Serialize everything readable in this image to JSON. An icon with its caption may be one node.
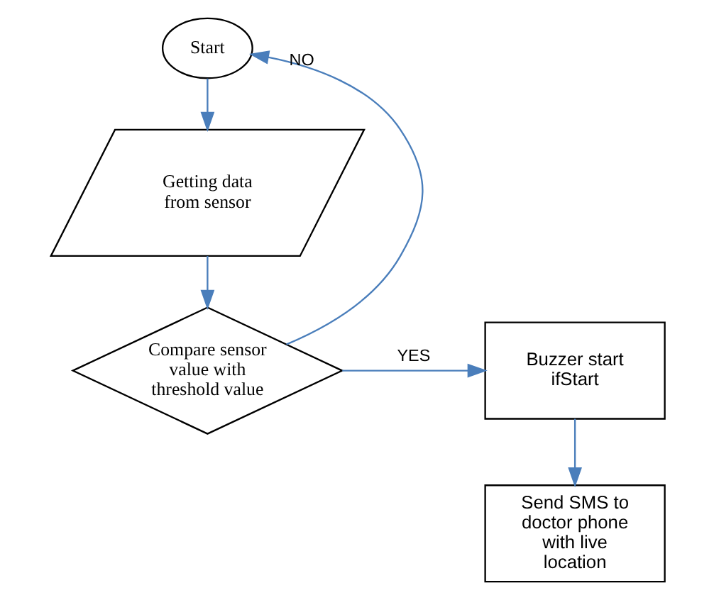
{
  "diagram": {
    "nodes": [
      {
        "text": [
          "Start"
        ]
      },
      {
        "text": [
          "Getting data from sensor"
        ]
      },
      {
        "text": [
          "Compare sensor value with threshold value"
        ]
      },
      {
        "text": [
          "Buzzer start ifStart"
        ]
      },
      {
        "text": [
          "Send SMS to doctor phone with live location"
        ]
      }
    ],
    "edges": [
      {
        "from": 0,
        "to": 1,
        "arrow": "to"
      },
      {
        "from": 1,
        "to": 2,
        "arrow": "to"
      },
      {
        "from": 2,
        "to": 3,
        "arrow": "to",
        "label": "YES"
      },
      {
        "from": 3,
        "to": 4,
        "arrow": "to"
      },
      {
        "from": 2,
        "to": 0,
        "arrow": "to",
        "label": "NO"
      }
    ]
  }
}
